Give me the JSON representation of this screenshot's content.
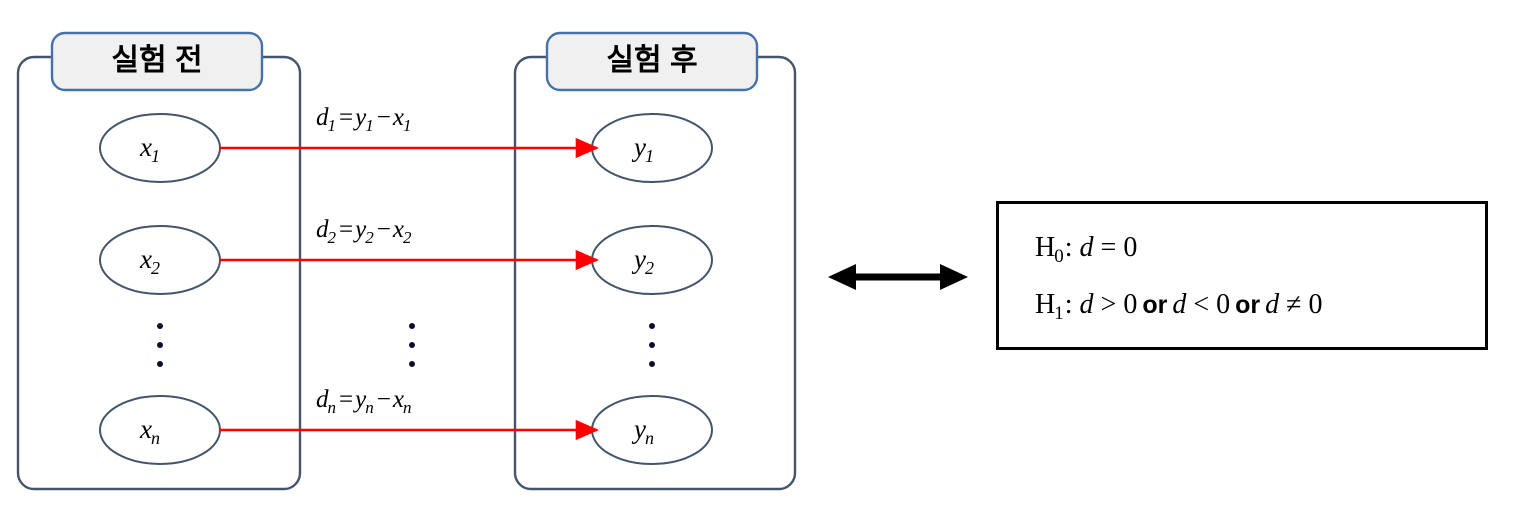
{
  "diagram": {
    "type": "paired-samples-comparison",
    "groups": [
      {
        "id": "before",
        "title": "실험 전",
        "nodes": [
          {
            "base": "x",
            "sub": "1"
          },
          {
            "base": "x",
            "sub": "2"
          },
          {
            "base": "x",
            "sub": "n"
          }
        ],
        "ellipsis": "⋮"
      },
      {
        "id": "after",
        "title": "실험 후",
        "nodes": [
          {
            "base": "y",
            "sub": "1"
          },
          {
            "base": "y",
            "sub": "2"
          },
          {
            "base": "y",
            "sub": "n"
          }
        ],
        "ellipsis": "⋮"
      }
    ],
    "edges": [
      {
        "lhs": "d",
        "lhs_sub": "1",
        "eq": "=",
        "rhs1": "y",
        "rhs1_sub": "1",
        "minus": "−",
        "rhs2": "x",
        "rhs2_sub": "1"
      },
      {
        "lhs": "d",
        "lhs_sub": "2",
        "eq": "=",
        "rhs1": "y",
        "rhs1_sub": "2",
        "minus": "−",
        "rhs2": "x",
        "rhs2_sub": "2"
      },
      {
        "lhs": "d",
        "lhs_sub": "n",
        "eq": "=",
        "rhs1": "y",
        "rhs1_sub": "n",
        "minus": "−",
        "rhs2": "x",
        "rhs2_sub": "n"
      }
    ],
    "middle_ellipsis": "⋮",
    "connector": {
      "name": "double-headed-arrow",
      "direction": "both"
    }
  },
  "hypotheses": {
    "null": {
      "symbol": "H",
      "sub": "0",
      "colon": ":",
      "statement_var": "d",
      "relation": "=",
      "value": "0"
    },
    "alternative": {
      "symbol": "H",
      "sub": "1",
      "colon": ":",
      "var1": "d",
      "rel1": ">",
      "val1": "0",
      "conj1": "or",
      "var2": "d",
      "rel2": "<",
      "val2": "0",
      "conj2": "or",
      "var3": "d",
      "rel3": "≠",
      "val3": "0"
    }
  },
  "colors": {
    "container_stroke": "#44546a",
    "header_stroke": "#4472a8",
    "header_fill": "#f0f0f0",
    "node_stroke": "#44546a",
    "arrow_red": "#ff0000",
    "box_border": "#000000",
    "text": "#000000",
    "background": "#ffffff"
  }
}
